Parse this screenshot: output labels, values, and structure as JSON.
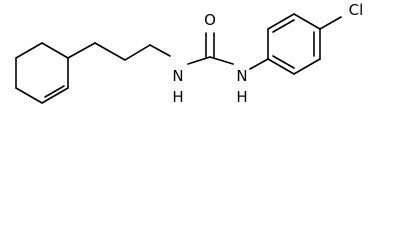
{
  "molecule": {
    "atoms": {
      "carbonyl_oxygen": "O",
      "amide_nitrogen_left": "N",
      "amide_nitrogen_left_h": "H",
      "amide_nitrogen_right": "N",
      "amide_nitrogen_right_h": "H",
      "chlorine": "Cl"
    }
  }
}
